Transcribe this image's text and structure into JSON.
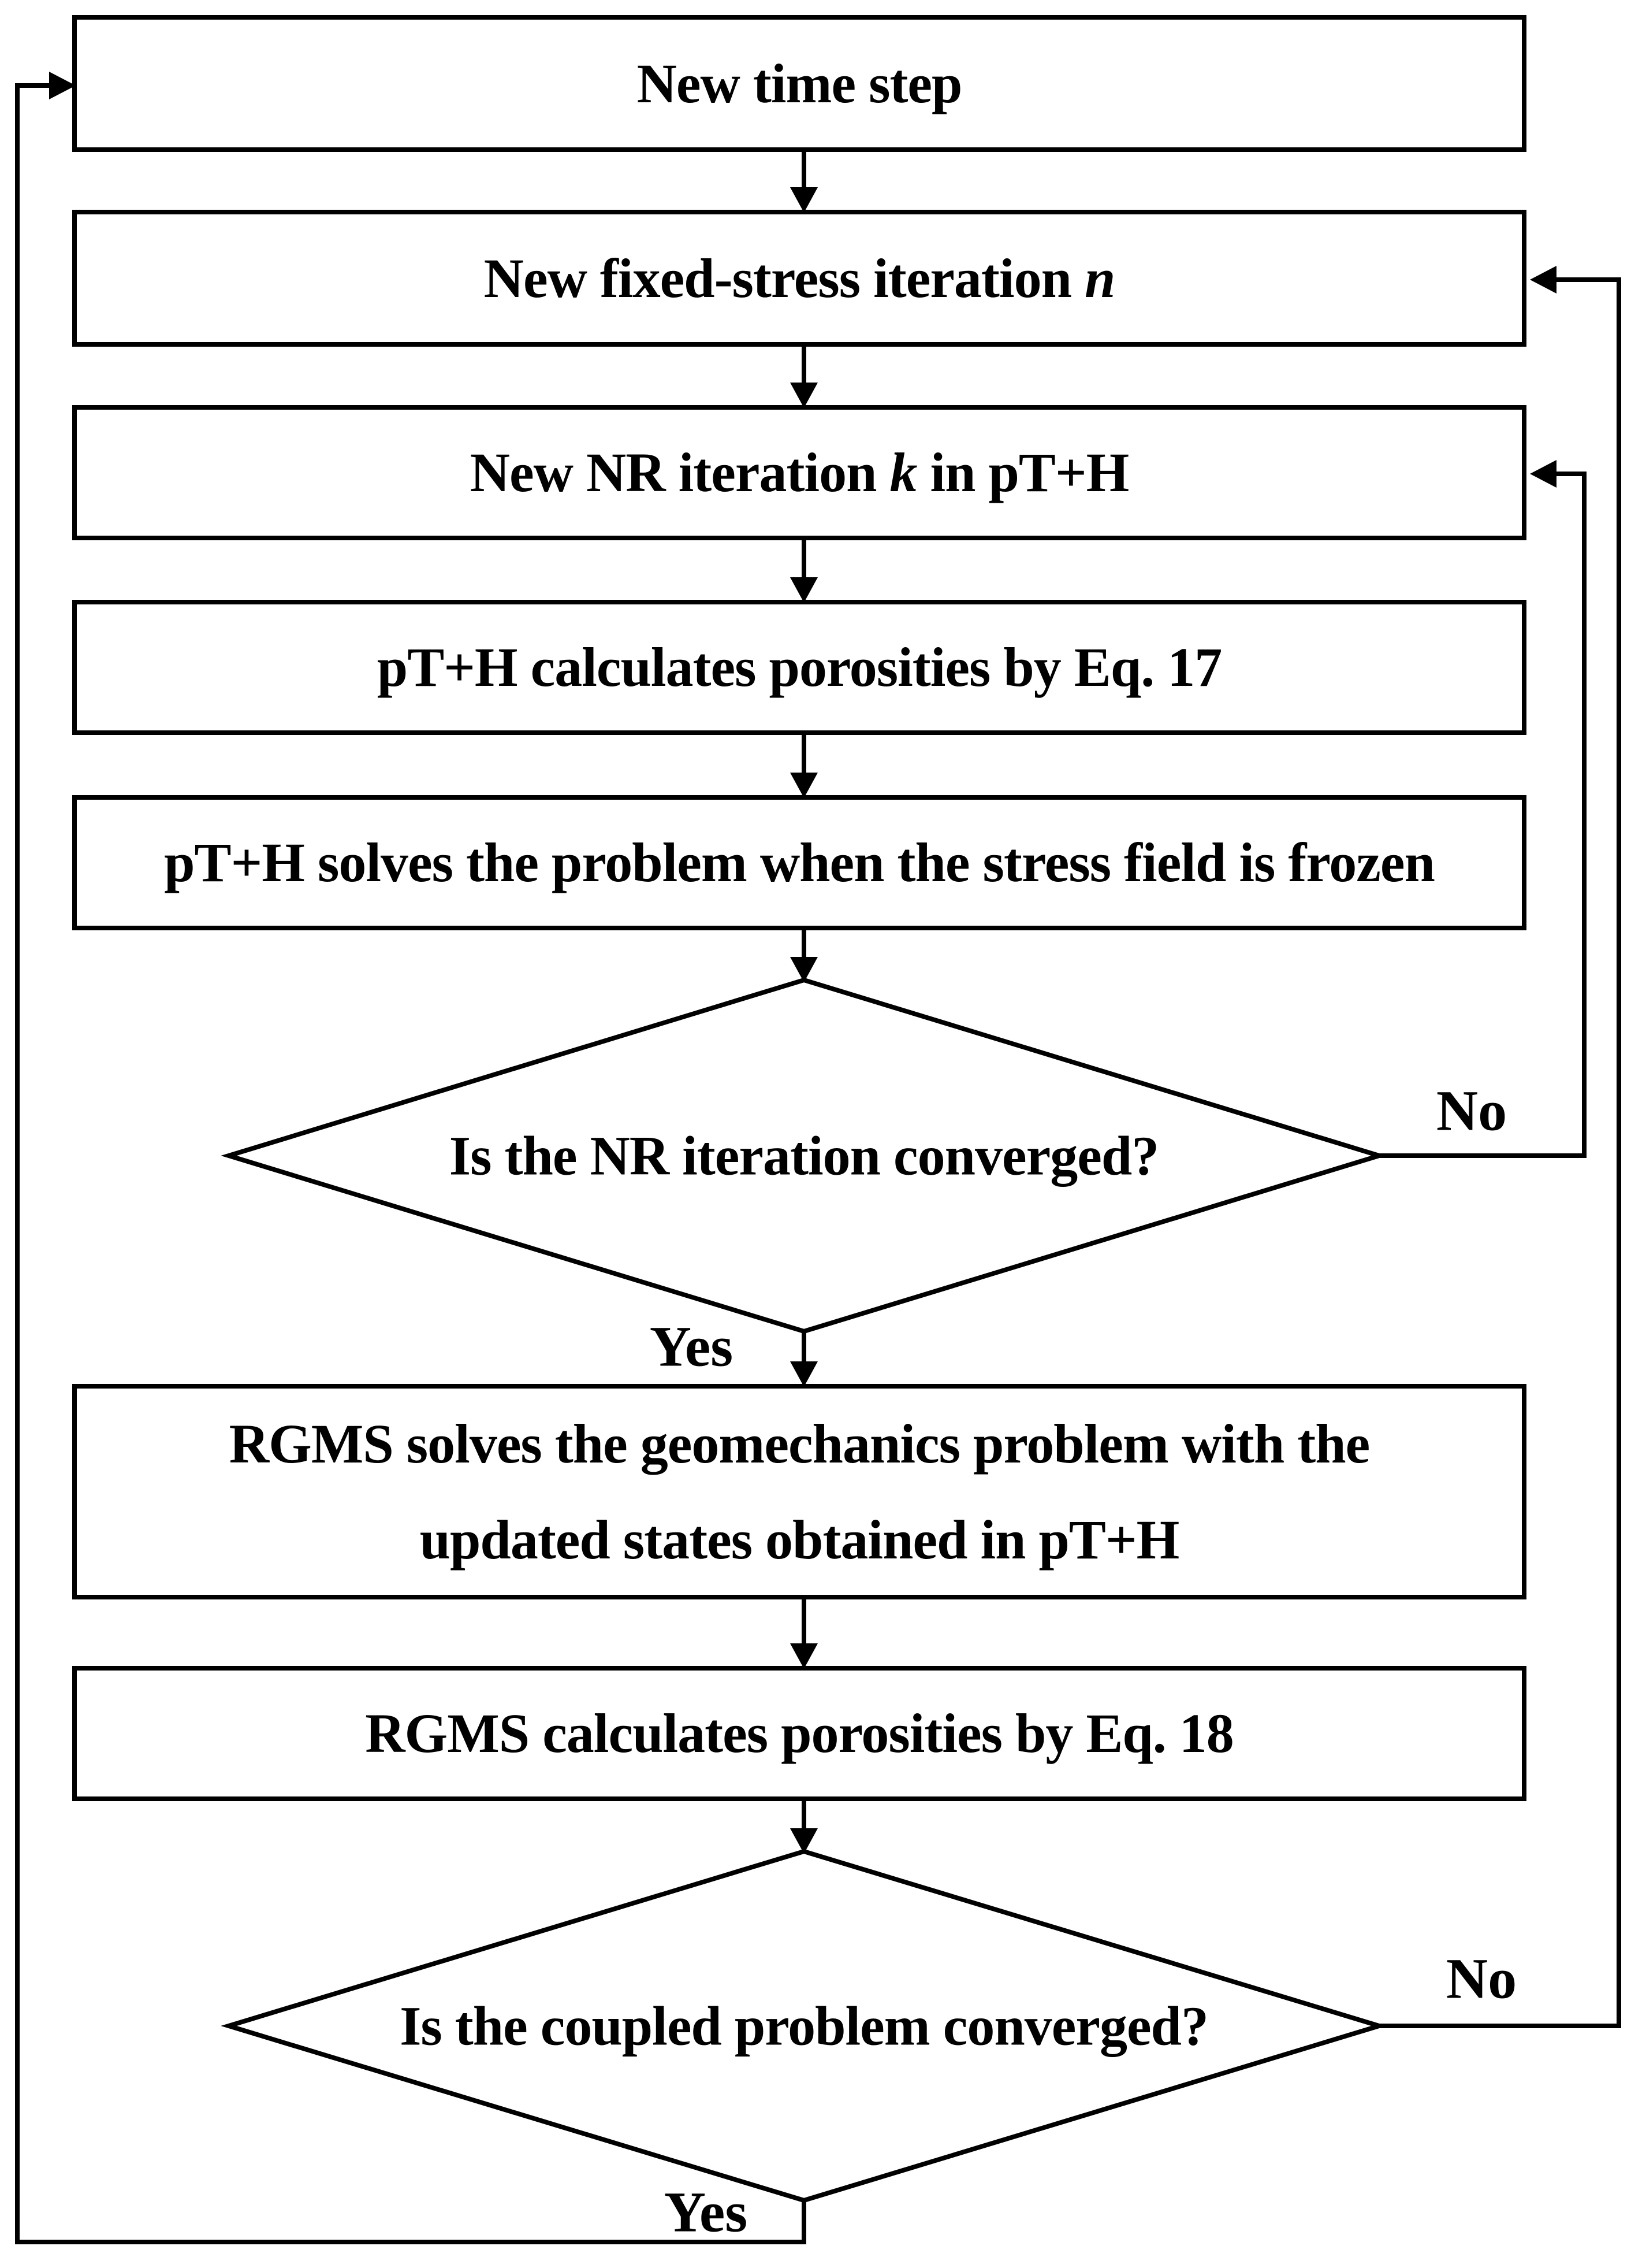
{
  "diagram": {
    "background_color": "#ffffff",
    "stroke_color": "#000000",
    "text_color": "#000000",
    "boxes": [
      {
        "label": "New time step"
      },
      {
        "prefix": "New fixed-stress iteration ",
        "italic": "n",
        "suffix": ""
      },
      {
        "prefix": "New NR iteration ",
        "italic": "k",
        "suffix": " in pT+H"
      },
      {
        "label": "pT+H calculates porosities by Eq. 17"
      },
      {
        "label": "pT+H solves the problem when the stress field is frozen"
      },
      {
        "line1": "RGMS solves the geomechanics problem with the",
        "line2": "updated states obtained in pT+H"
      },
      {
        "label": "RGMS calculates porosities by Eq. 18"
      }
    ],
    "decisions": [
      {
        "question": "Is the NR iteration converged?",
        "yes": "Yes",
        "no": "No"
      },
      {
        "question": "Is the coupled problem converged?",
        "yes": "Yes",
        "no": "No"
      }
    ]
  }
}
